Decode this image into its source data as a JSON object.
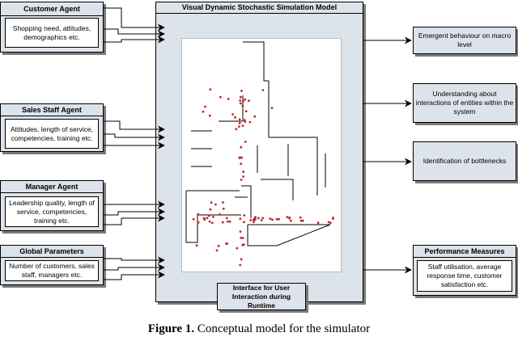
{
  "inputs": [
    {
      "title": "Customer Agent",
      "text": "Shopping need, attitudes, demographics etc."
    },
    {
      "title": "Sales Staff Agent",
      "text": "Attitudes, length of service, competencies, training etc."
    },
    {
      "title": "Manager Agent",
      "text": "Leadership quality, length of service, competencies, training etc."
    },
    {
      "title": "Global Parameters",
      "text": "Number of customers, sales staff, managers etc."
    }
  ],
  "center": {
    "title": "Visual Dynamic Stochastic Simulation Model",
    "interface": "Interface for User Interaction during Runtime"
  },
  "outputs": [
    {
      "text": "Emergent behaviour on macro level"
    },
    {
      "text": "Understanding about interactions of entities within the system"
    },
    {
      "text": "Identification of bottlenecks"
    }
  ],
  "performance": {
    "title": "Performance Measures",
    "text": "Staff utilisation, average response time, customer satisfaction etc."
  },
  "caption": {
    "label": "Figure 1.",
    "text": "Conceptual model for the simulator"
  },
  "colors": {
    "panel": "#dce3ea",
    "agent_dots": "#c0262a",
    "shadow": "#7a7a7a"
  }
}
